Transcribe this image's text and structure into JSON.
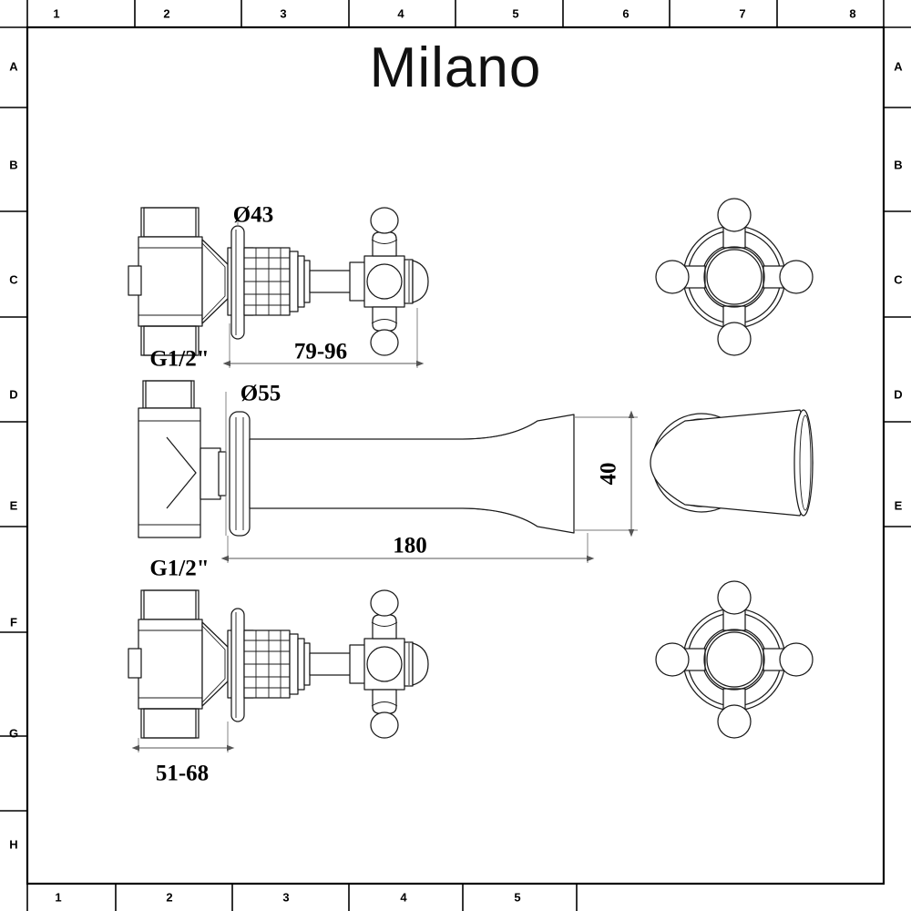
{
  "sheet": {
    "brand": "Milano",
    "background_color": "#ffffff",
    "line_color": "#1a1a1a",
    "dimension_color": "#555555",
    "drawing_type": "technical-product-drawing",
    "subject": "Wall mounted 3 hole basin tap with crosshead handles"
  },
  "frame": {
    "top_columns": [
      "1",
      "2",
      "3",
      "4",
      "5",
      "6",
      "7",
      "8"
    ],
    "bottom_columns": [
      "1",
      "2",
      "3",
      "4",
      "5"
    ],
    "left_rows": [
      "A",
      "B",
      "C",
      "D",
      "E",
      "F",
      "G",
      "H"
    ],
    "right_rows": [
      "A",
      "B",
      "C",
      "D",
      "E"
    ]
  },
  "dimensions": {
    "valve_top_flange_diameter": "Ø43",
    "valve_top_projection": "79-96",
    "valve_top_thread": "G1/2\"",
    "spout_flange_diameter": "Ø55",
    "spout_thread": "G1/2\"",
    "spout_length": "180",
    "spout_outlet_height": "40",
    "valve_bottom_width": "51-68"
  },
  "views": {
    "valve_top_side": "hot-valve-side-view",
    "valve_top_front": "hot-valve-crosshead-front-view",
    "spout_side": "spout-side-view",
    "spout_front": "spout-isometric-front-view",
    "valve_bottom_side": "cold-valve-side-view",
    "valve_bottom_front": "cold-valve-crosshead-front-view"
  }
}
